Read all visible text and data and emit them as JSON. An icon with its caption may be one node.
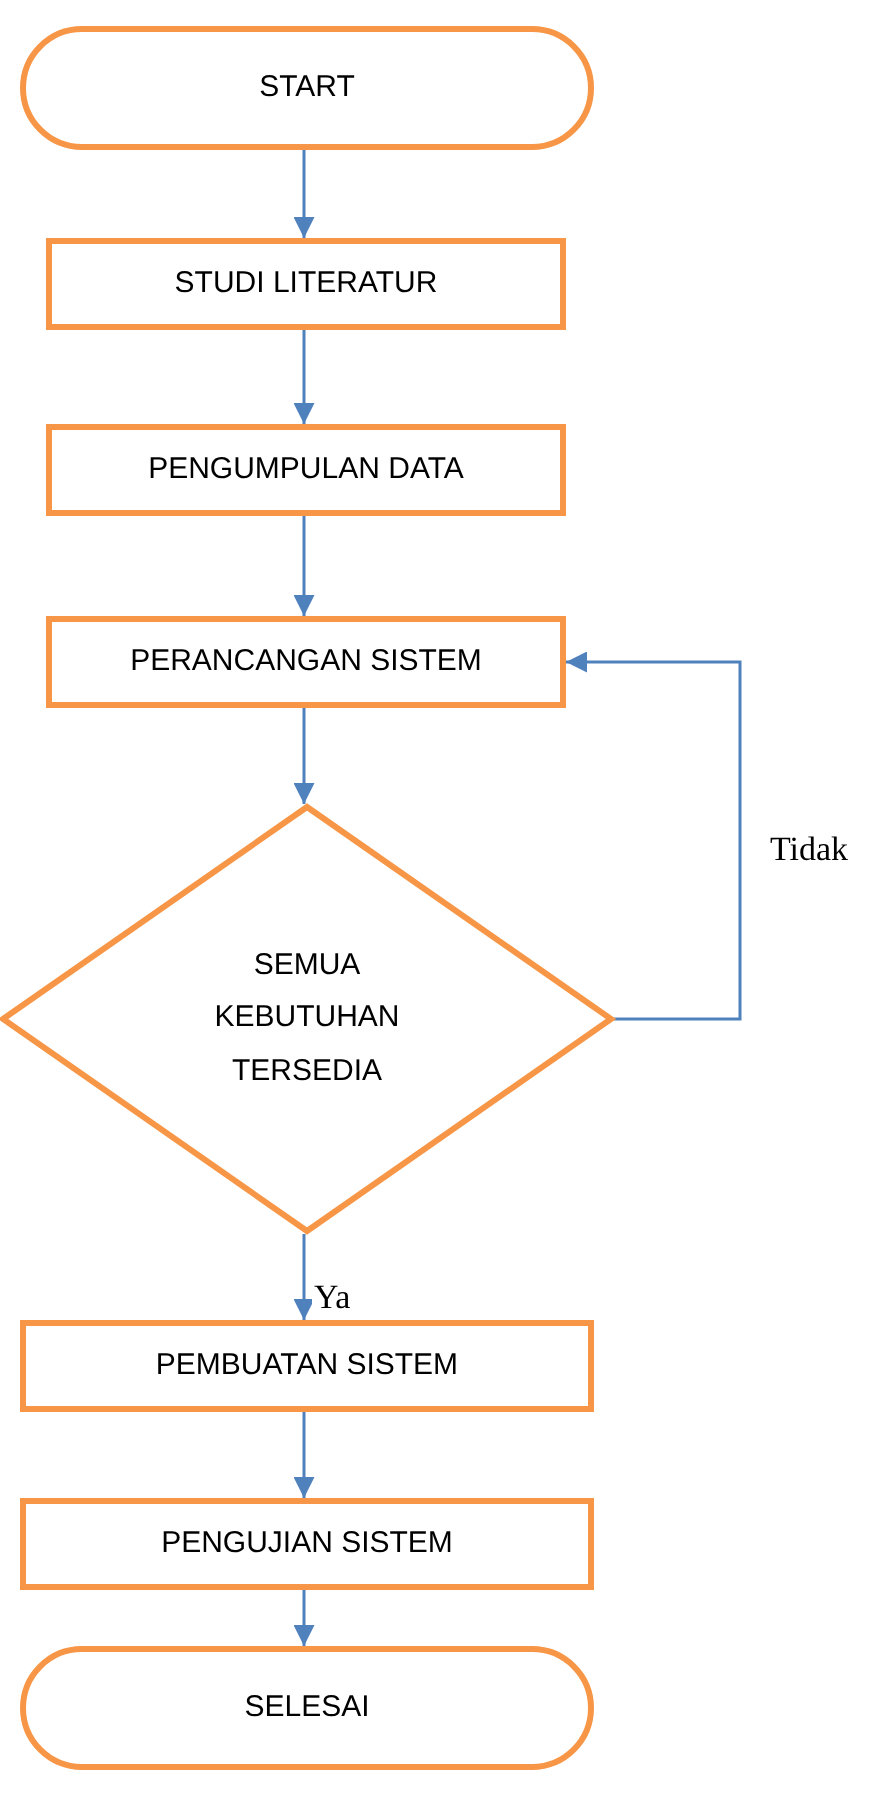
{
  "diagram": {
    "nodes": [
      {
        "text": [
          "START"
        ]
      },
      {
        "text": [
          "STUDI LITERATUR"
        ]
      },
      {
        "text": [
          "PENGUMPULAN DATA"
        ]
      },
      {
        "text": [
          "PERANCANGAN SISTEM"
        ]
      },
      {
        "text": [
          "SEMUA KEBUTUHAN TERSEDIA"
        ]
      },
      {
        "text": [
          "PEMBUATAN SISTEM"
        ]
      },
      {
        "text": [
          "PENGUJIAN SISTEM"
        ]
      },
      {
        "text": [
          "SELESAI"
        ]
      }
    ],
    "edges": [
      {
        "from": 0,
        "to": 1,
        "arrow": "to"
      },
      {
        "from": 1,
        "to": 2,
        "arrow": "to"
      },
      {
        "from": 2,
        "to": 3,
        "arrow": "to"
      },
      {
        "from": 3,
        "to": 4,
        "arrow": "to"
      },
      {
        "from": 4,
        "to": 3,
        "arrow": "to",
        "label": "Tidak"
      },
      {
        "from": 4,
        "to": 5,
        "arrow": "to",
        "label": "Ya"
      },
      {
        "from": 5,
        "to": 6,
        "arrow": "to"
      },
      {
        "from": 6,
        "to": 7,
        "arrow": "to"
      }
    ]
  }
}
